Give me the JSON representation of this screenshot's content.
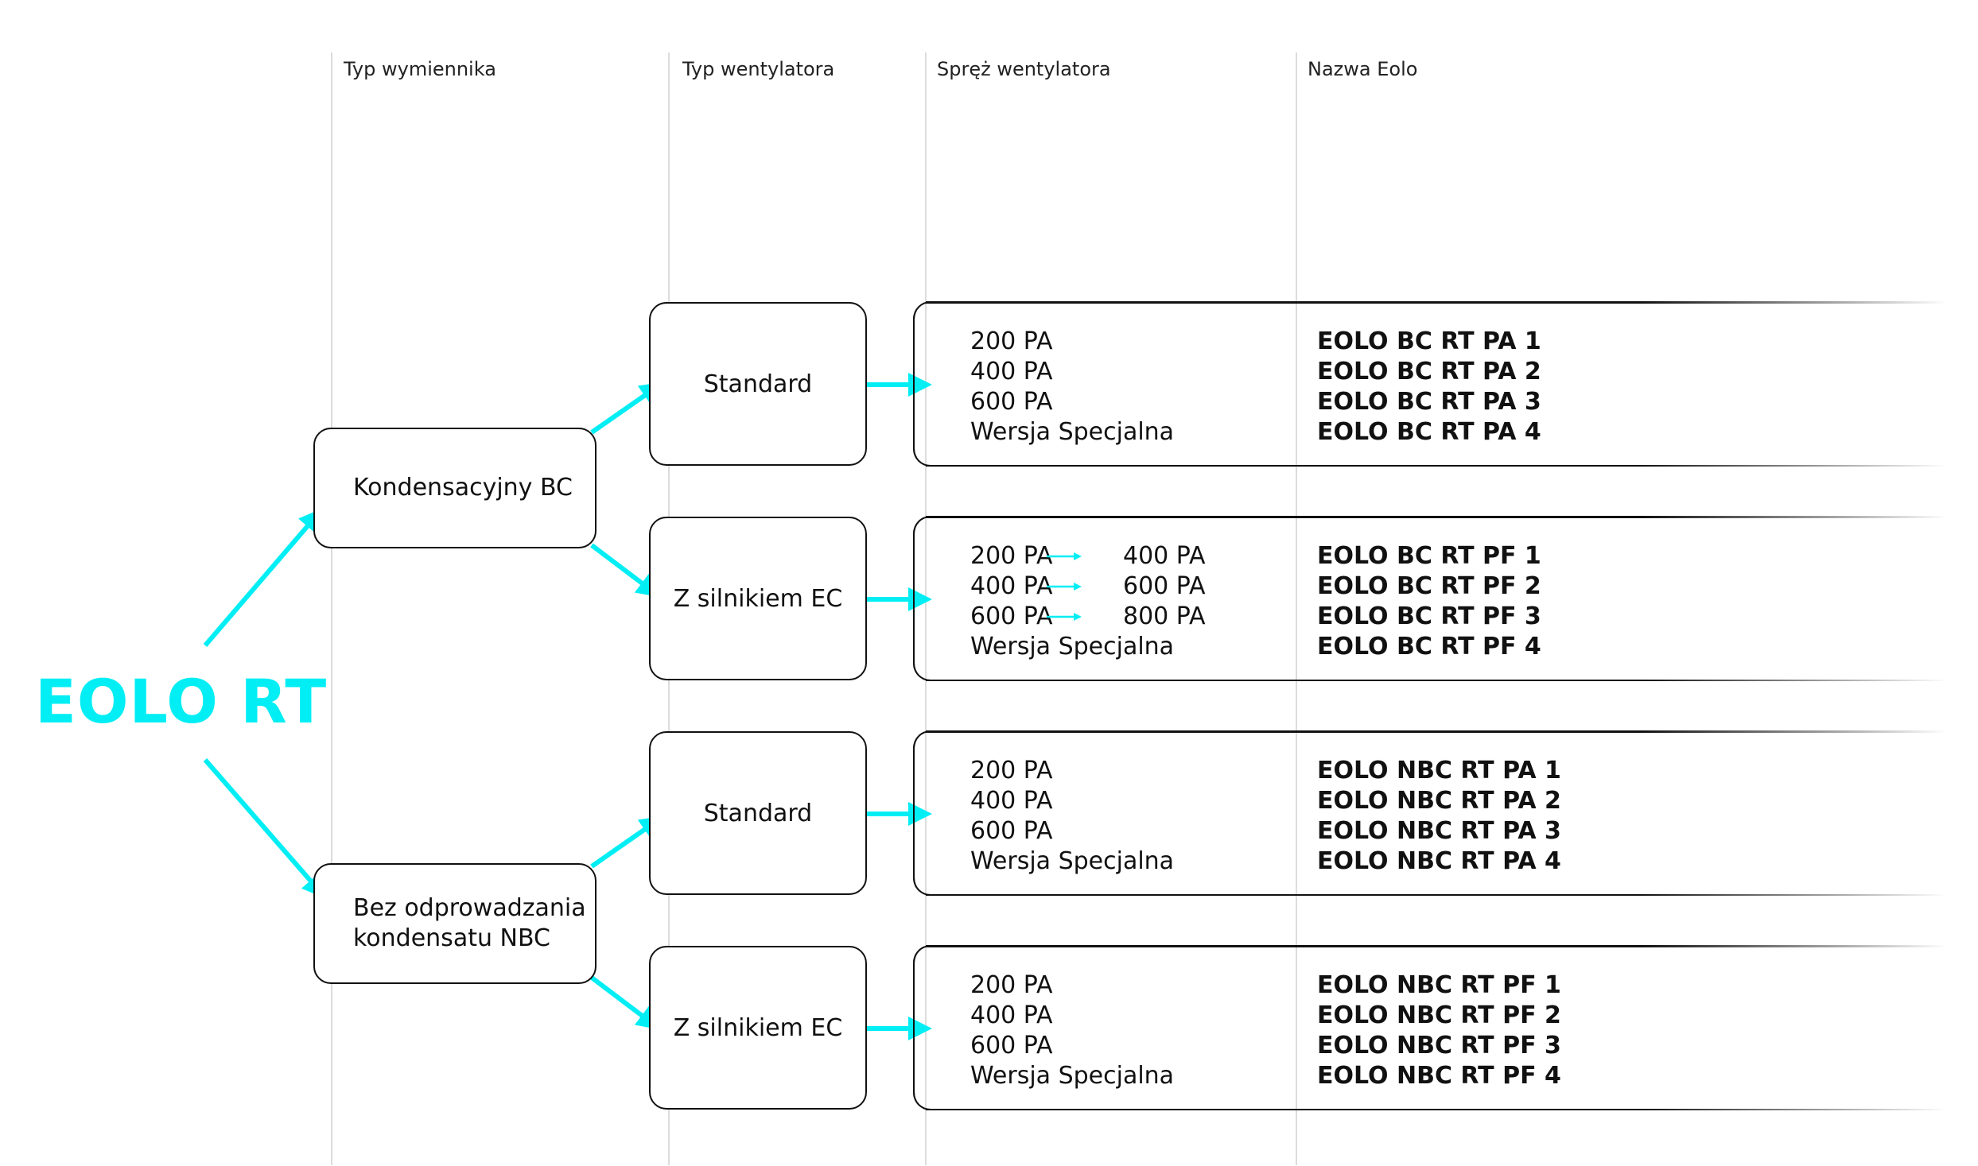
{
  "columns": [
    "Typ wymiennika",
    "Typ wentylatora",
    "Spręż wentylatora",
    "Nazwa Eolo"
  ],
  "root": "EOLO RT",
  "exchangers": [
    {
      "label_lines": [
        "Kondensacyjny BC"
      ]
    },
    {
      "label_lines": [
        "Bez odprowadzania",
        "kondensatu NBC"
      ]
    }
  ],
  "fans": [
    {
      "label": "Standard"
    },
    {
      "label": "Z silnikiem EC"
    },
    {
      "label": "Standard"
    },
    {
      "label": "Z silnikiem EC"
    }
  ],
  "panels": [
    {
      "rows": [
        {
          "pressure": "200 PA",
          "name": "EOLO BC RT PA 1"
        },
        {
          "pressure": "400 PA",
          "name": "EOLO BC RT PA 2"
        },
        {
          "pressure": "600 PA",
          "name": "EOLO BC RT PA 3"
        },
        {
          "pressure": "Wersja Specjalna",
          "name": "EOLO BC RT PA 4"
        }
      ]
    },
    {
      "rows": [
        {
          "pressure": "200 PA",
          "pressure_to": "400 PA",
          "name": "EOLO BC RT PF 1"
        },
        {
          "pressure": "400 PA",
          "pressure_to": "600 PA",
          "name": "EOLO BC RT PF 2"
        },
        {
          "pressure": "600 PA",
          "pressure_to": "800 PA",
          "name": "EOLO BC RT PF 3"
        },
        {
          "pressure": "Wersja Specjalna",
          "name": "EOLO BC RT PF 4"
        }
      ]
    },
    {
      "rows": [
        {
          "pressure": "200 PA",
          "name": "EOLO NBC RT PA 1"
        },
        {
          "pressure": "400 PA",
          "name": "EOLO NBC RT PA 2"
        },
        {
          "pressure": "600 PA",
          "name": "EOLO NBC RT PA 3"
        },
        {
          "pressure": "Wersja Specjalna",
          "name": "EOLO NBC RT PA 4"
        }
      ]
    },
    {
      "rows": [
        {
          "pressure": "200 PA",
          "name": "EOLO NBC RT PF 1"
        },
        {
          "pressure": "400 PA",
          "name": "EOLO NBC RT PF 2"
        },
        {
          "pressure": "600 PA",
          "name": "EOLO NBC RT PF 3"
        },
        {
          "pressure": "Wersja Specjalna",
          "name": "EOLO NBC RT PF 4"
        }
      ]
    }
  ],
  "colors": {
    "accent": "#00eef4",
    "text": "#111111",
    "gridline": "#dcdcdc"
  }
}
